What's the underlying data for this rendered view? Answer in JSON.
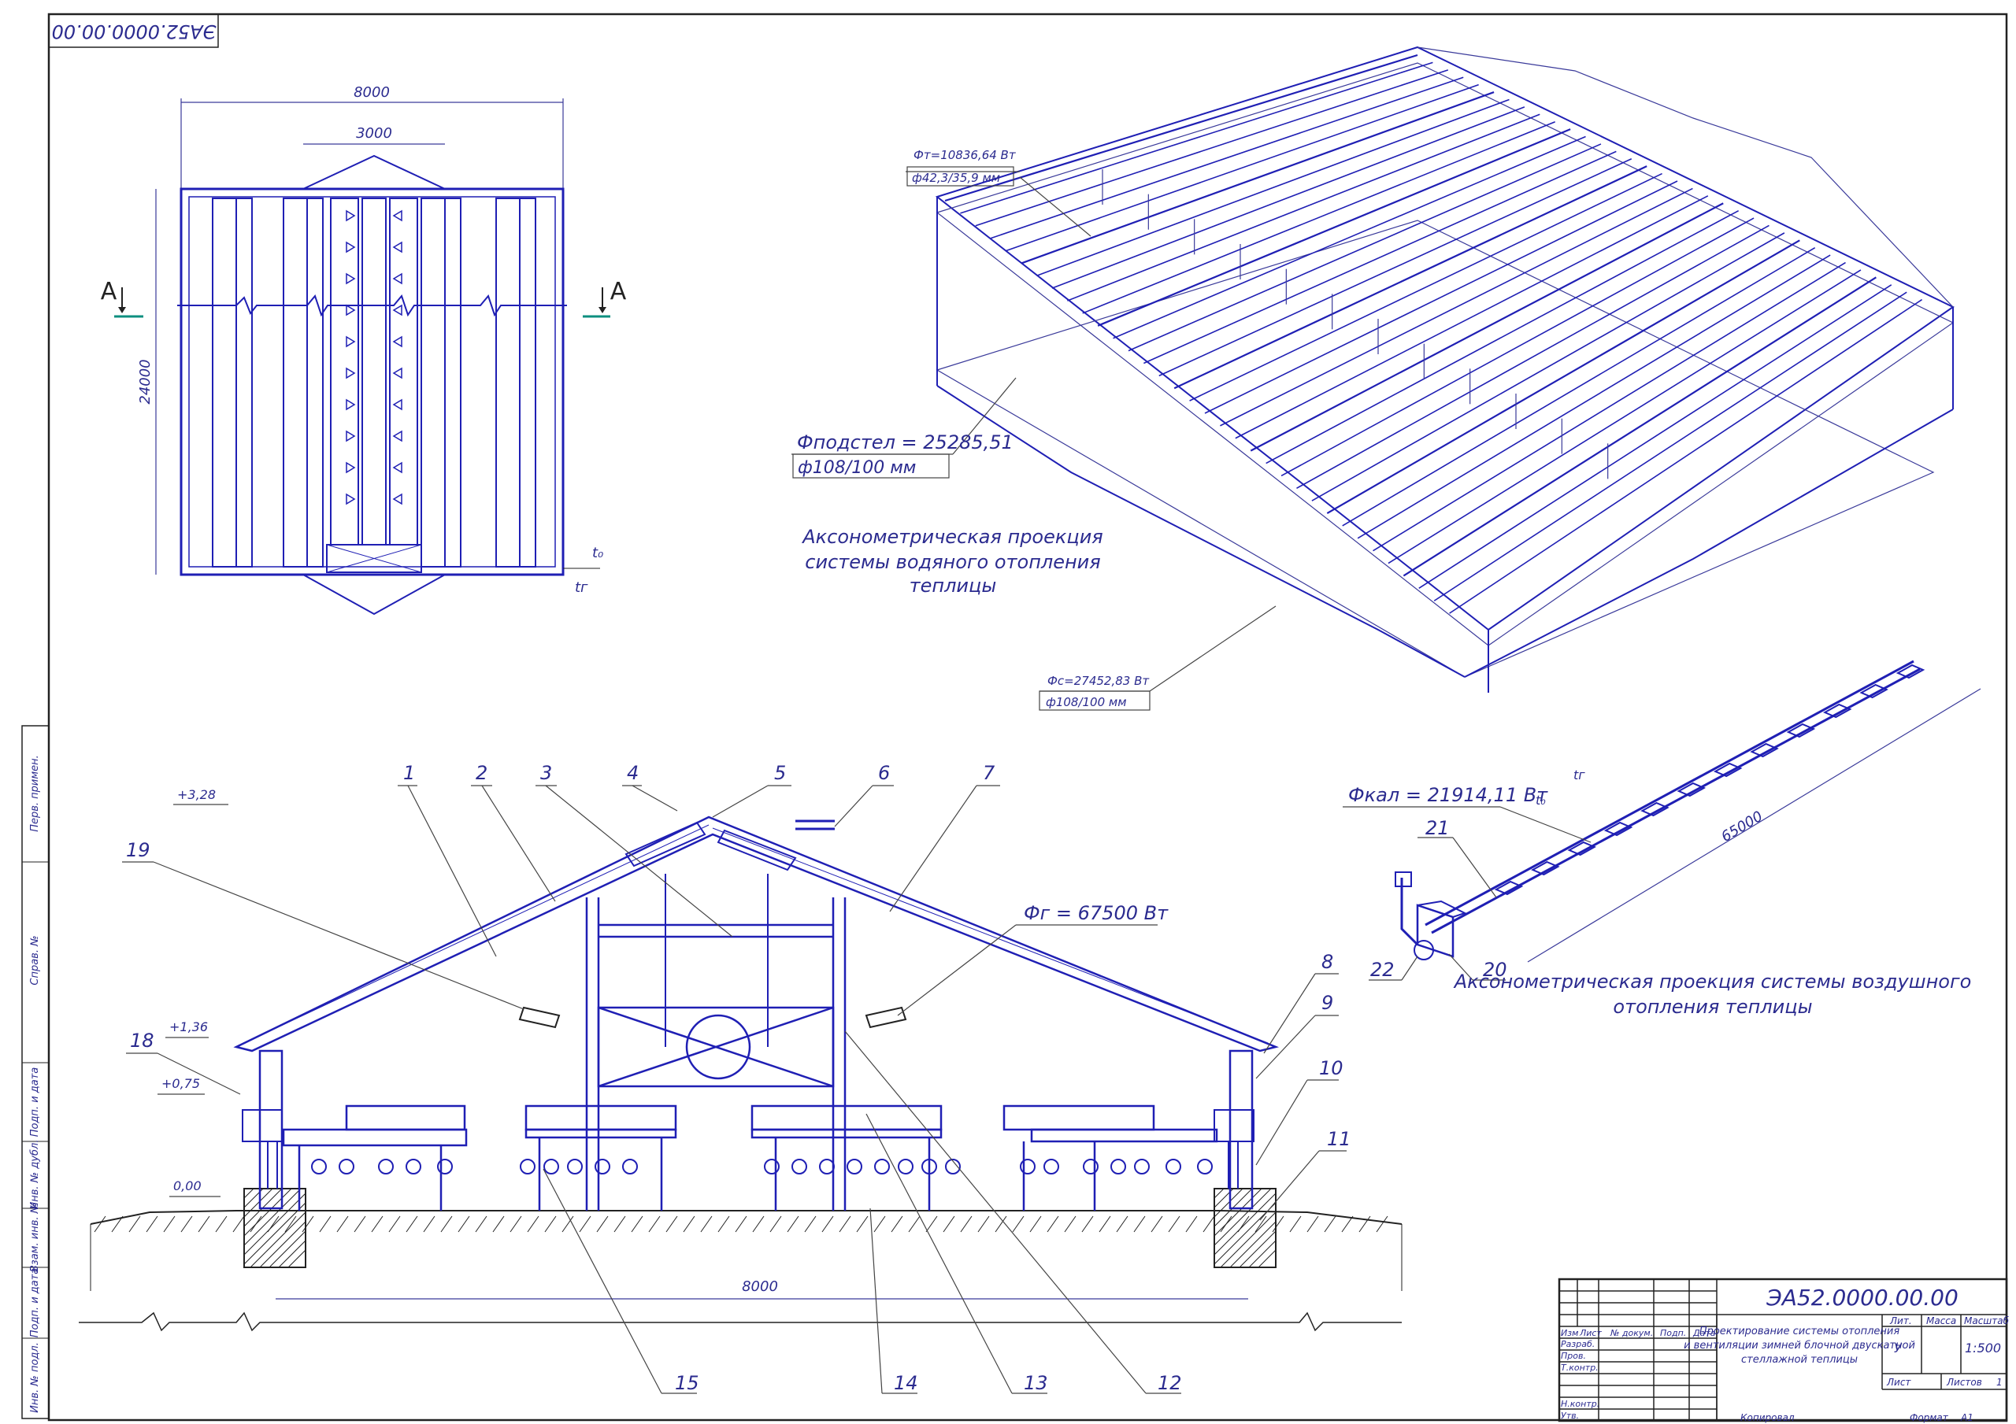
{
  "drawing_code": "ЭА52.0000.00.00",
  "drawing_code_rotated": "ЭА52.0000.00.00",
  "plan": {
    "dim_total_width": "8000",
    "dim_inner_width": "3000",
    "dim_length": "24000",
    "section_mark_left": "А",
    "section_mark_right": "А",
    "temp_out": "t₀",
    "temp_in": "tг"
  },
  "water_iso": {
    "label_top_power": "Фт=10836,64 Вт",
    "label_top_pipe": "ф42,3/35,9 мм",
    "label_mid_power": "Фподстел = 25285,51",
    "label_mid_pipe": "ф108/100 мм",
    "label_bot_power": "Фс=27452,83 Вт",
    "label_bot_pipe": "ф108/100 мм",
    "caption_line1": "Аксонометрическая проекция",
    "caption_line2": "системы водяного отопления",
    "caption_line3": "теплицы"
  },
  "air_iso": {
    "power": "Фкал = 21914,11 Вт",
    "t_top": "tг",
    "t_mid": "t₀",
    "dim_length": "65000",
    "callouts": [
      "21",
      "22",
      "20"
    ],
    "caption_line1": "Аксонометрическая проекция системы воздушного",
    "caption_line2": "отопления теплицы"
  },
  "section": {
    "callouts_top": [
      "1",
      "2",
      "3",
      "4",
      "5",
      "6",
      "7"
    ],
    "callouts_right": [
      "8",
      "9",
      "10",
      "11"
    ],
    "callouts_bottom": [
      "15",
      "14",
      "13",
      "12"
    ],
    "callout_left": "19",
    "callout_18": "18",
    "heater_power": "Фг = 67500 Вт",
    "elev_top": "+3,28",
    "elev_136": "+1,36",
    "elev_075": "+0,75",
    "elev_000": "0,00",
    "dim_span": "8000"
  },
  "left_strip": [
    "Перв. примен.",
    "Справ. №",
    "Подп. и дата",
    "Инв. № дубл.",
    "Взам. инв. №",
    "Подп. и дата",
    "Инв. № подл."
  ],
  "title_block": {
    "code": "ЭА52.0000.00.00",
    "title_line1": "Проектирование системы отопления",
    "title_line2": "и вентиляции зимней блочной двускатной",
    "title_line3": "стеллажной теплицы",
    "col_izm": "Изм",
    "col_list": "Лист",
    "col_doc": "№ докум.",
    "col_podp": "Подп.",
    "col_data": "Дата",
    "row_razrab": "Разраб.",
    "row_prov": "Пров.",
    "row_tkontr": "Т.контр.",
    "row_nkontr": "Н.контр.",
    "row_utv": "Утв.",
    "lit_label": "Лит.",
    "mass_label": "Масса",
    "scale_label": "Масштаб",
    "lit_value": "У",
    "scale_value": "1:500",
    "sheet_label": "Лист",
    "sheets_label": "Листов",
    "sheets_value": "1",
    "copied": "Копировал",
    "format_label": "Формат",
    "format_value": "А1"
  }
}
